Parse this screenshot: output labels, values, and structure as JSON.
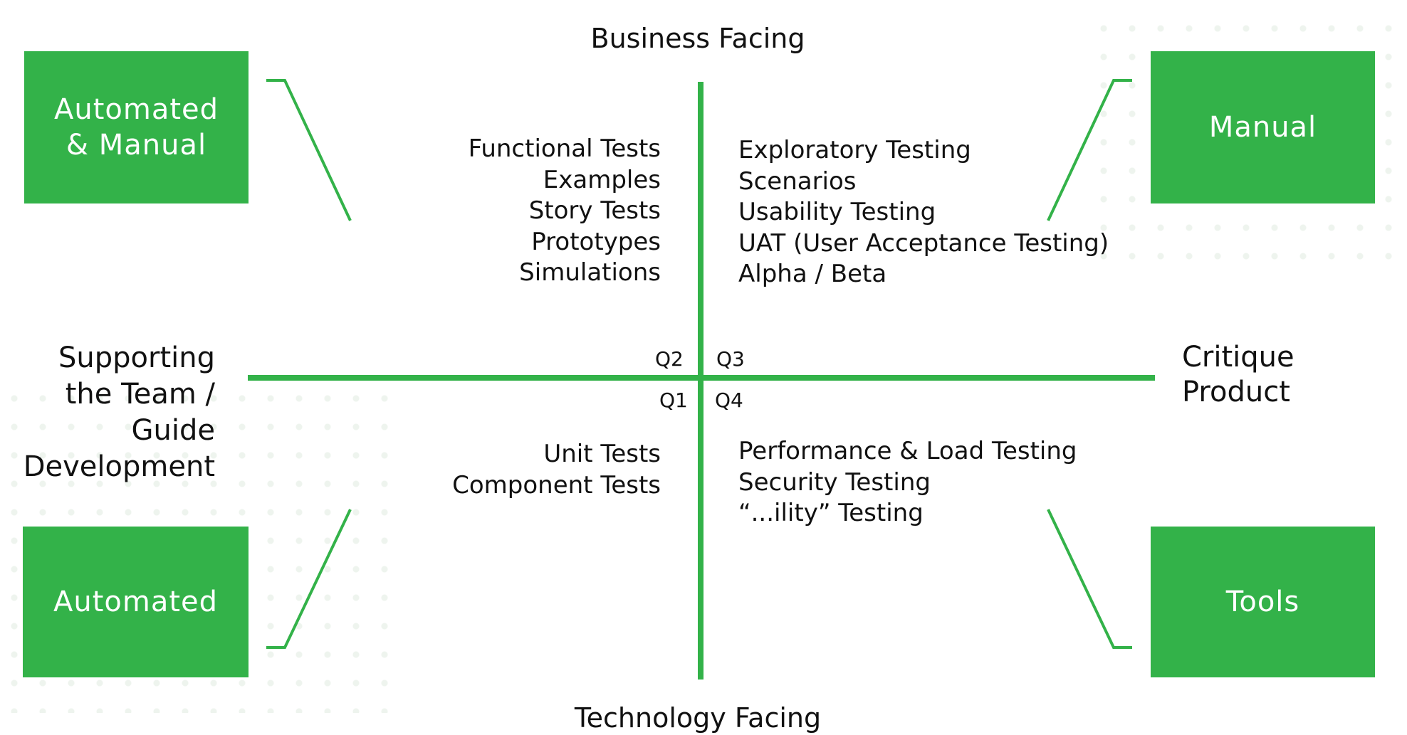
{
  "top_axis_label": "Business Facing",
  "bottom_axis_label": "Technology Facing",
  "left_axis_label": "Supporting\nthe Team /\nGuide\nDevelopment",
  "right_axis_label": "Critique\nProduct",
  "quadrant_labels": {
    "q1": "Q1",
    "q2": "Q2",
    "q3": "Q3",
    "q4": "Q4"
  },
  "corner_boxes": {
    "top_left": "Automated\n& Manual",
    "top_right": "Manual",
    "bottom_left": "Automated",
    "bottom_right": "Tools"
  },
  "q2_items": [
    "Functional Tests",
    "Examples",
    "Story Tests",
    "Prototypes",
    "Simulations"
  ],
  "q3_items": [
    "Exploratory Testing",
    "Scenarios",
    "Usability Testing",
    "UAT (User Acceptance Testing)",
    "Alpha / Beta"
  ],
  "q1_items": [
    "Unit Tests",
    "Component Tests"
  ],
  "q4_items": [
    "Performance & Load Testing",
    "Security Testing",
    "“...ility” Testing"
  ],
  "colors": {
    "accent": "#33b249",
    "text": "#111111",
    "box_text": "#ffffff",
    "dots": "#eef4ee"
  }
}
